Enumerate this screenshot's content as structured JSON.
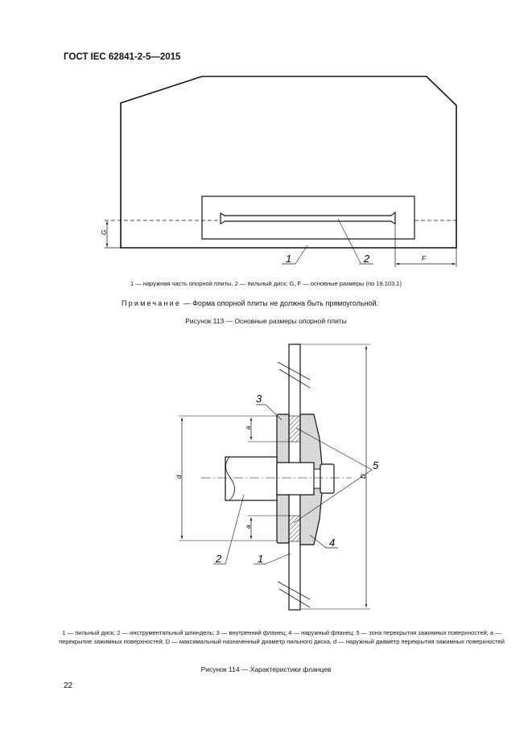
{
  "header": {
    "standard": "ГОСТ IEC 62841-2-5—2015"
  },
  "figure113": {
    "labels": {
      "one": "1",
      "two": "2",
      "G": "G",
      "F": "F"
    },
    "legend": "1 — наружная часть опорной плиты, 2 — пильный диск; G, F — основные размеры (по 19.103.1)",
    "note_prefix": "Примечание",
    "note_text": " — Форма опорной плиты не должна быть прямоугольной.",
    "caption": "Рисунок 113 — Основные размеры опорной плиты"
  },
  "figure114": {
    "labels": {
      "one": "1",
      "two": "2",
      "three": "3",
      "four": "4",
      "five": "5",
      "a": "a",
      "d": "d",
      "D": "D"
    },
    "legend": "1 — пильный диск; 2 — инструментальный шпиндель; 3 — внутренний фланец; 4 — наружный фланец; 5 — зона перекрытия зажимных поверхностей; a — перекрытие зажимных поверхностей; D — максимальный назначенный диаметр пильного диска, d — наружный диаметр перекрытия зажимных поверхностей",
    "caption": "Рисунок 114 — Характеристики фланцев"
  },
  "page_number": "22"
}
